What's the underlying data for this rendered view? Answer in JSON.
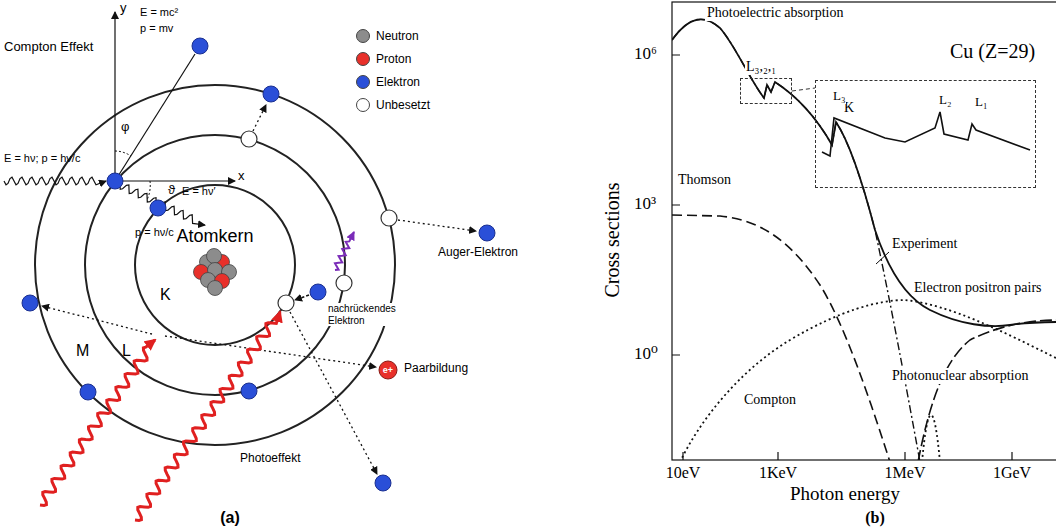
{
  "diagram": {
    "nodes": [
      {
        "text": [
          "L₃,₂,₁"
        ]
      },
      {
        "text": [
          "L₃",
          "L₂",
          "L₁"
        ]
      }
    ],
    "edges": [
      {
        "from": 0,
        "to": 1,
        "arrow": "none"
      }
    ],
    "labels": [
      "Compton Effekt",
      "y",
      "x",
      "E = mc²",
      "p = mv",
      "E = hν; p = hν/c",
      "φ",
      "ϑ",
      "E = hν′",
      "p = hν/c",
      "Atomkern",
      "K",
      "L",
      "M",
      "nachrückendes Elektron",
      "Auger-Elektron",
      "Paarbildung",
      "e+",
      "Photoeffekt",
      "(a)",
      "Photoelectric absorption",
      "Cu (Z=29)",
      "K",
      "Cross sections",
      "10⁶",
      "10³",
      "10⁰",
      "Thomson",
      "Experiment",
      "Electron positron pairs",
      "Compton",
      "Photonuclear absorption",
      "10eV",
      "1KeV",
      "1MeV",
      "1GeV",
      "Photon energy",
      "(b)"
    ],
    "legend": [
      {
        "text": "Neutron",
        "color": "#8c8c8c"
      },
      {
        "text": "Proton",
        "color": "#e8302a"
      },
      {
        "text": "Elektron",
        "color": "#2a4fd8"
      },
      {
        "text": "Unbesetzt",
        "color": "#ffffff"
      }
    ]
  }
}
